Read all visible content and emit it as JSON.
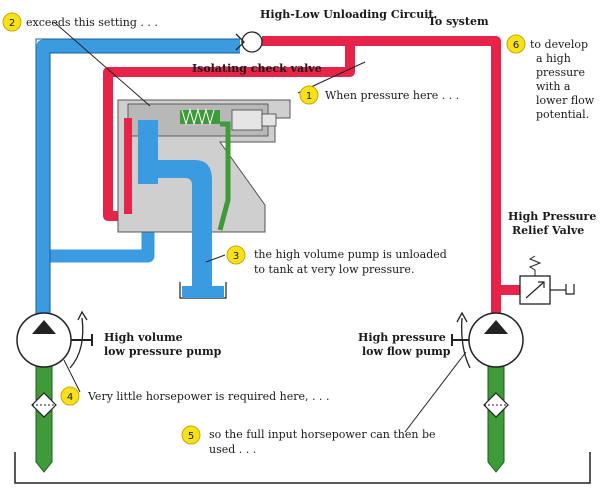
{
  "title": "High-Low Unloading Circuit.",
  "colors": {
    "pressure": "#e8234a",
    "supply": "#3b9be0",
    "suction": "#3f9a3a",
    "badge": "#f7e11a",
    "body": "#cfcfcf"
  },
  "labels": {
    "to_system": "To system",
    "check_valve": "Isolating check valve",
    "relief_line1": "High Pressure",
    "relief_line2": "Relief Valve",
    "hv_pump_line1": "High volume",
    "hv_pump_line2": "low pressure pump",
    "hp_pump_line1": "High pressure",
    "hp_pump_line2": "low flow pump"
  },
  "callouts": [
    {
      "num": "1",
      "lines": [
        "When pressure here . . ."
      ]
    },
    {
      "num": "2",
      "lines": [
        "exceeds this setting . . ."
      ]
    },
    {
      "num": "3",
      "lines": [
        "the high volume pump is unloaded",
        "to tank at very low pressure."
      ]
    },
    {
      "num": "4",
      "lines": [
        "Very little horsepower is required here, . . ."
      ]
    },
    {
      "num": "5",
      "lines": [
        "so the full input horsepower can then be",
        "used . . ."
      ]
    },
    {
      "num": "6",
      "lines": [
        "to develop",
        "a high",
        "pressure",
        "with a",
        "lower flow",
        "potential."
      ]
    }
  ]
}
